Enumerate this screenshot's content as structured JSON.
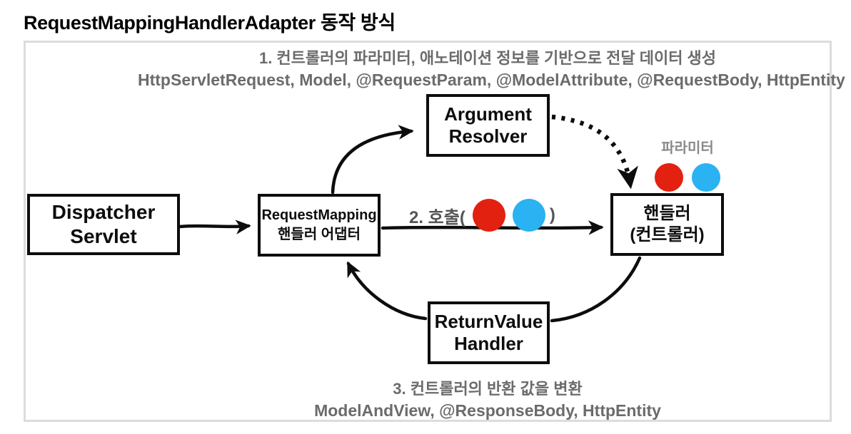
{
  "page": {
    "title": "RequestMappingHandlerAdapter 동작 방식"
  },
  "diagram": {
    "top_note": {
      "line1": "1. 컨트롤러의 파라미터, 애노테이션 정보를 기반으로 전달 데이터 생성",
      "line2": "HttpServletRequest, Model, @RequestParam, @ModelAttribute, @RequestBody, HttpEntity"
    },
    "bottom_note": {
      "line1": "3. 컨트롤러의 반환 값을 변환",
      "line2": "ModelAndView, @ResponseBody, HttpEntity"
    },
    "nodes": {
      "dispatcher_servlet": {
        "line1": "Dispatcher",
        "line2": "Servlet"
      },
      "handler_adapter": {
        "line1": "RequestMapping",
        "line2": "핸들러 어댑터"
      },
      "argument_resolver": {
        "line1": "Argument",
        "line2": "Resolver"
      },
      "handler": {
        "line1": "핸들러",
        "line2": "(컨트롤러)"
      },
      "return_value_handler": {
        "line1": "ReturnValue",
        "line2": "Handler"
      }
    },
    "call_label": {
      "prefix": "2. 호출(",
      "suffix": ")"
    },
    "param_label": "파라미터",
    "colors": {
      "param_red": "#e32110",
      "param_blue": "#2ab2f2"
    }
  }
}
